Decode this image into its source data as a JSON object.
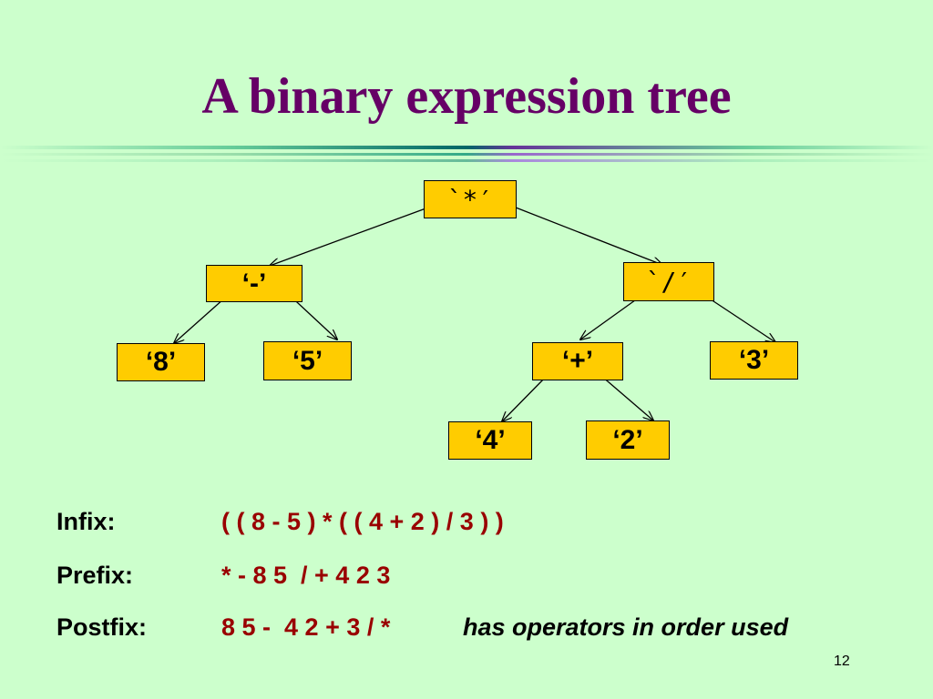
{
  "title": "A binary expression tree",
  "tree": {
    "root": "`*′",
    "minus": "‘-’",
    "div": "`/′",
    "eight": "‘8’",
    "five": "‘5’",
    "plus": "‘+’",
    "three": "‘3’",
    "four": "‘4’",
    "two": "‘2’"
  },
  "notations": {
    "infix_label": "Infix:",
    "infix_value": "( ( 8 - 5 ) * ( ( 4 + 2 ) / 3 ) )",
    "prefix_label": "Prefix:",
    "prefix_value": "* - 8 5  / + 4 2 3",
    "postfix_label": "Postfix:",
    "postfix_value": "8 5 -  4 2 + 3 / *",
    "postfix_note": "has operators in order used"
  },
  "page_number": "12"
}
